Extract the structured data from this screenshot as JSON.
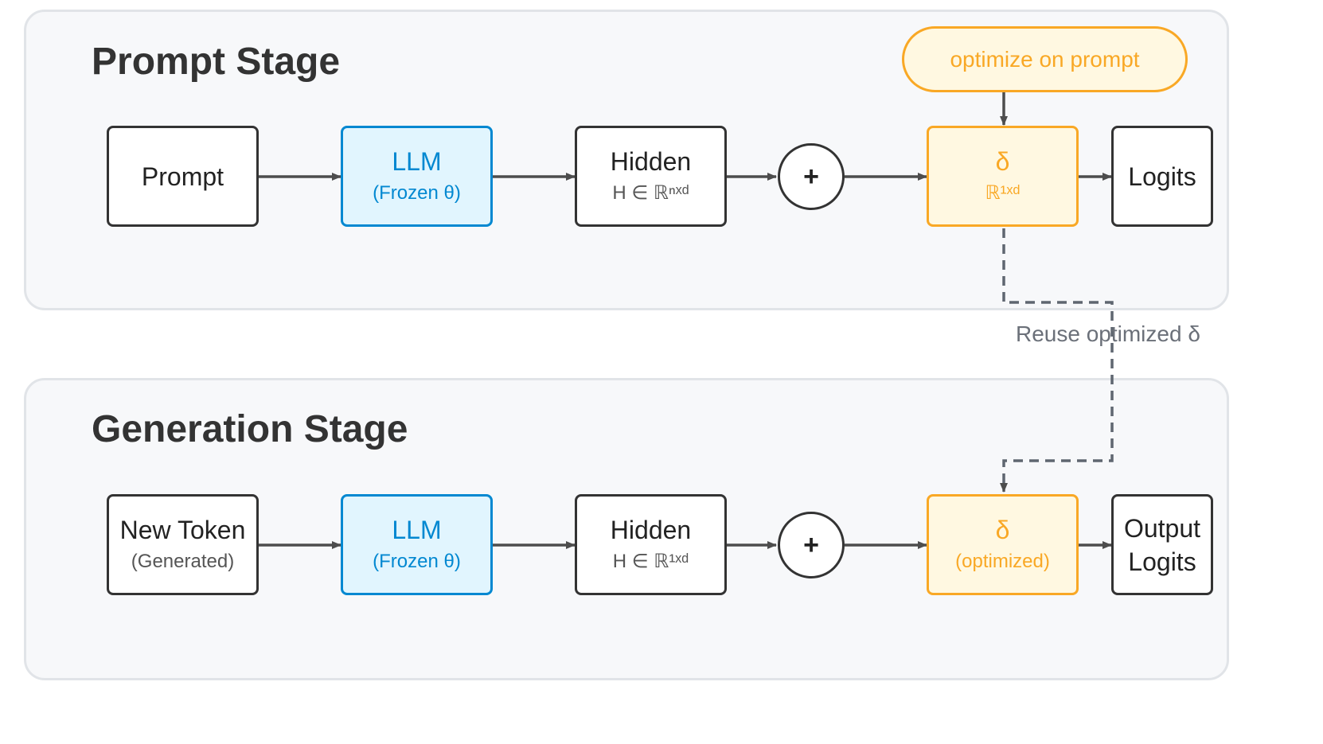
{
  "prompt_stage": {
    "title": "Prompt Stage",
    "prompt": "Prompt",
    "llm": {
      "label": "LLM",
      "sub": "(Frozen θ)"
    },
    "hidden": {
      "label": "Hidden",
      "sub": "H ∈ ℝⁿˣᵈ"
    },
    "plus": "+",
    "delta": {
      "label": "δ",
      "sub": "ℝ¹ˣᵈ"
    },
    "logits": "Logits",
    "optimize": "optimize on prompt"
  },
  "reuse_label": "Reuse optimized δ",
  "generation_stage": {
    "title": "Generation Stage",
    "new_token": {
      "label": "New Token",
      "sub": "(Generated)"
    },
    "llm": {
      "label": "LLM",
      "sub": "(Frozen θ)"
    },
    "hidden": {
      "label": "Hidden",
      "sub": "H ∈ ℝ¹ˣᵈ"
    },
    "plus": "+",
    "delta": {
      "label": "δ",
      "sub": "(optimized)"
    },
    "output_logits": {
      "line1": "Output",
      "line2": "Logits"
    }
  },
  "colors": {
    "panel_bg": "#f7f8fa",
    "panel_border": "#e1e4e8",
    "llm_fill": "#e1f5fe",
    "llm_stroke": "#0288d1",
    "delta_fill": "#fff8e1",
    "delta_stroke": "#f9a825",
    "node_stroke": "#333333",
    "arrow": "#4d4d4d",
    "dashed": "#5f6670"
  }
}
